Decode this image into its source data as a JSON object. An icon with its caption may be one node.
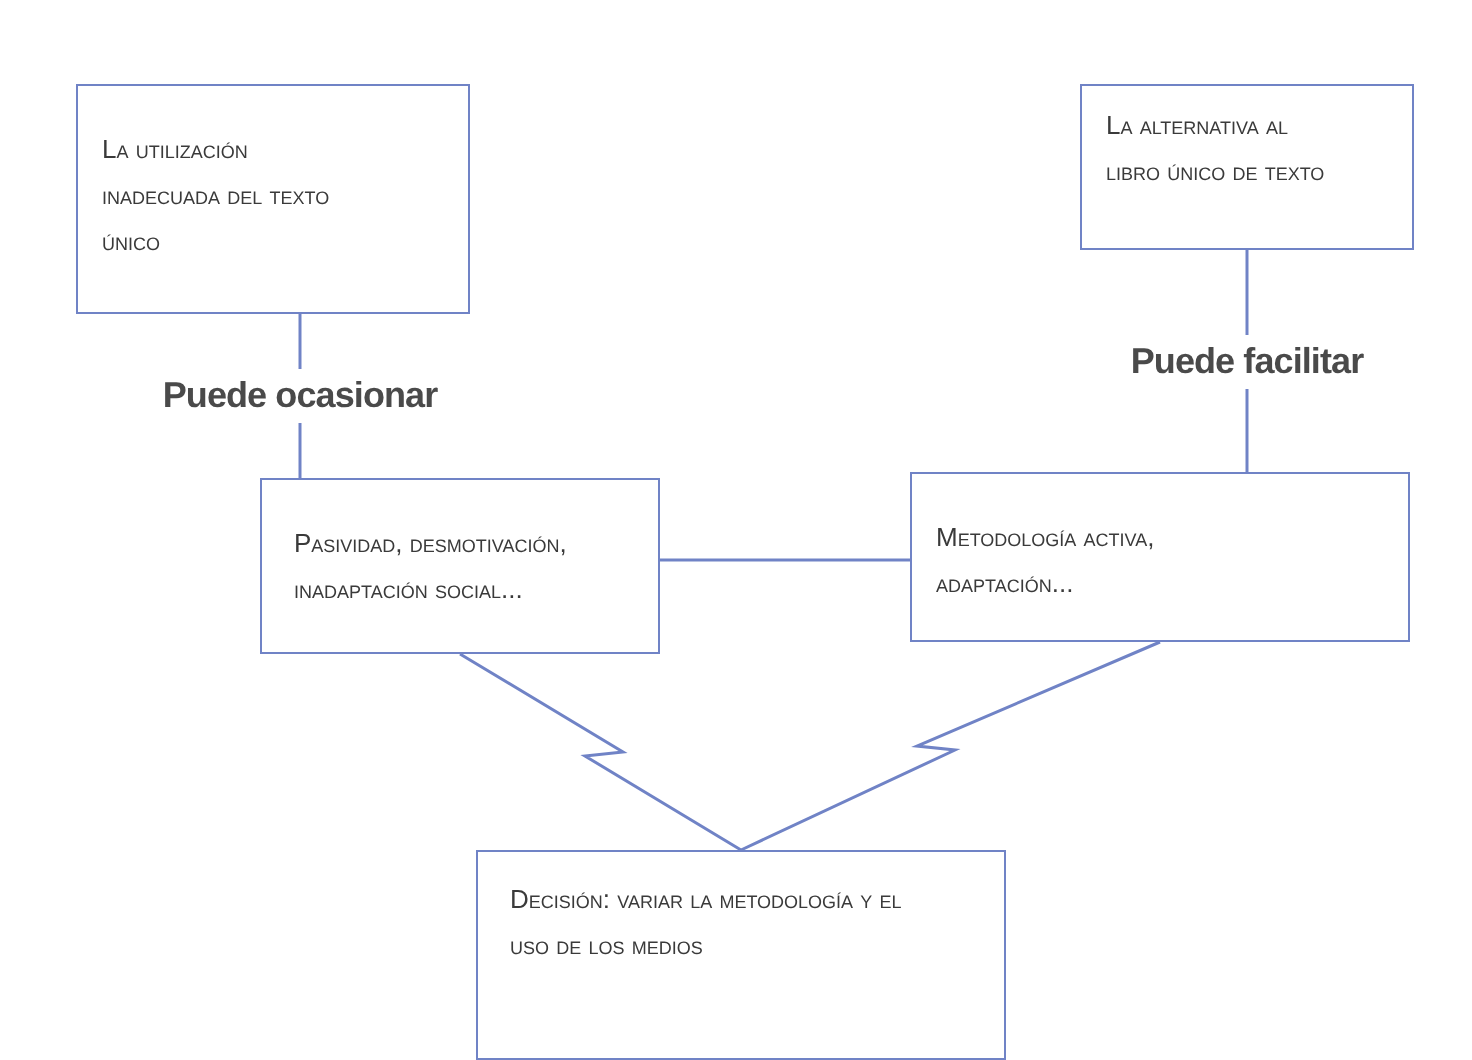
{
  "diagram": {
    "nodes": [
      {
        "text": [
          "La utilización inadecuada del texto único"
        ]
      },
      {
        "text": [
          "La alternativa al libro único de texto"
        ]
      },
      {
        "text": [
          "Pasividad, desmotivación, inadaptación social..."
        ]
      },
      {
        "text": [
          "Metodología activa, adaptación..."
        ]
      },
      {
        "text": [
          "Decisión: variar la metodología y el uso de los medios"
        ]
      }
    ],
    "edges": [
      {
        "from": 0,
        "to": 2,
        "arrow": "none",
        "label": "Puede ocasionar"
      },
      {
        "from": 1,
        "to": 3,
        "arrow": "none",
        "label": "Puede facilitar"
      },
      {
        "from": 2,
        "to": 3,
        "arrow": "none"
      },
      {
        "from": 2,
        "to": 4,
        "arrow": "none"
      },
      {
        "from": 3,
        "to": 4,
        "arrow": "none"
      }
    ]
  }
}
